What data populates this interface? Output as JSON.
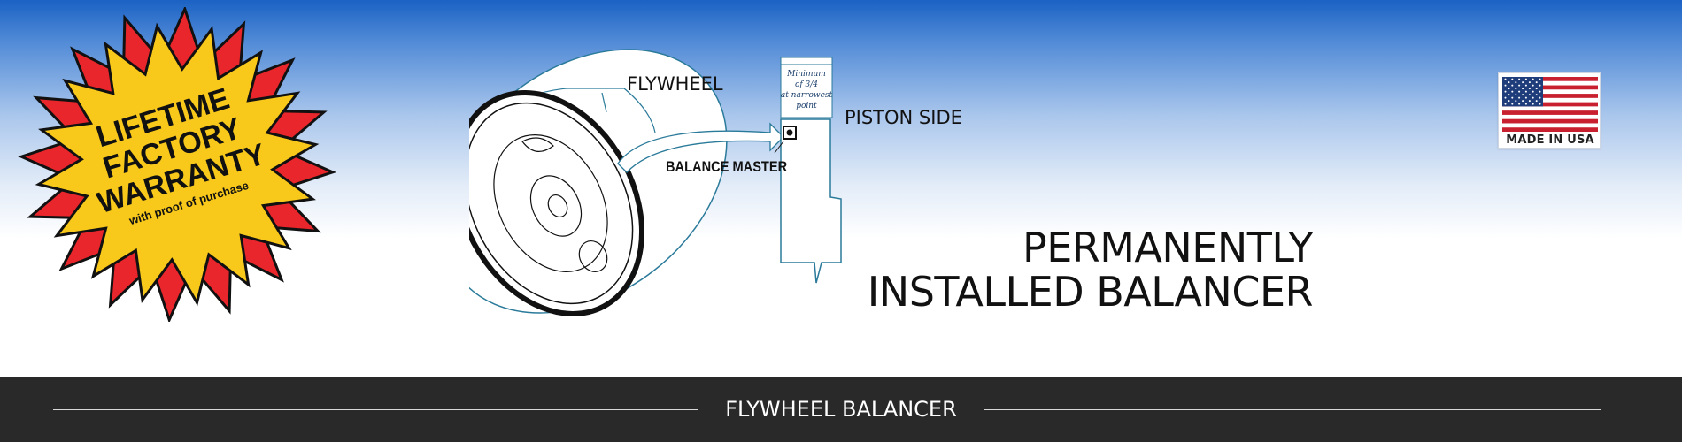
{
  "warranty": {
    "line1": "LIFETIME",
    "line2": "FACTORY",
    "line3": "WARRANTY",
    "note": "with proof of purchase",
    "colors": {
      "star_outer": "#e8262b",
      "star_inner": "#f8c81a",
      "outline": "#111111"
    }
  },
  "diagram": {
    "flywheel_label": "FLYWHEEL",
    "piston_side_label": "PISTON SIDE",
    "balance_master_label": "BALANCE MASTER",
    "dimension_note": [
      "Minimum",
      "of 3/4",
      "at narrowest",
      "point"
    ]
  },
  "headline": {
    "line1": "PERMANENTLY",
    "line2": "INSTALLED BALANCER"
  },
  "flag_badge": {
    "caption": "MADE IN USA"
  },
  "section_bar": {
    "title": "FLYWHEEL BALANCER"
  },
  "colors": {
    "bar_background": "#292929",
    "sky_top": "#1b62c4"
  }
}
